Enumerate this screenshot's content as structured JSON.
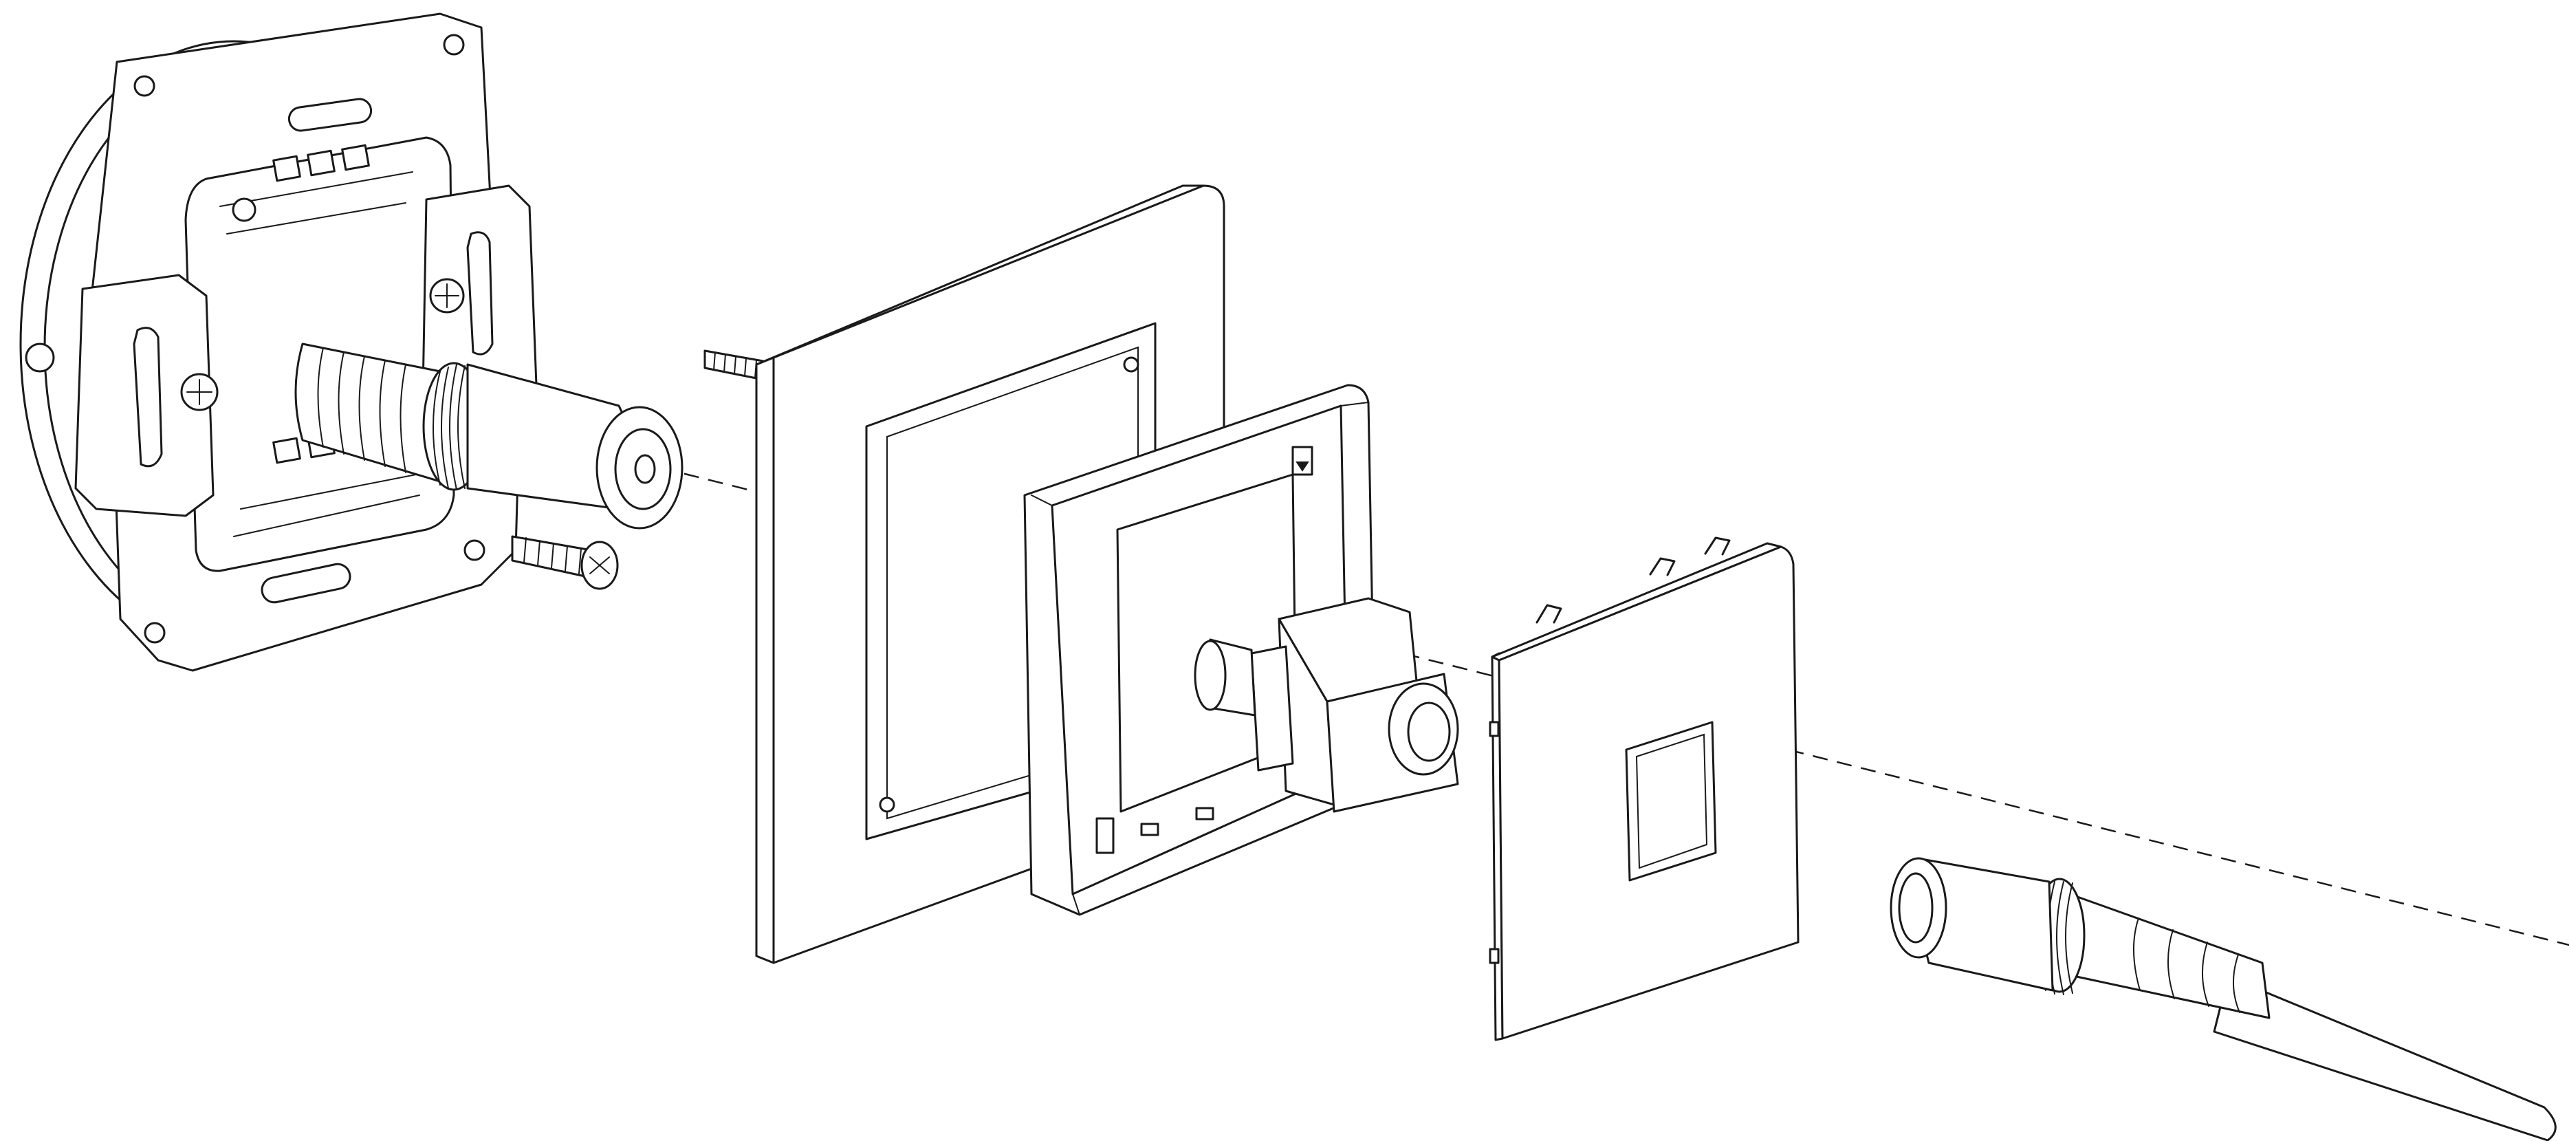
{
  "figure": {
    "kind": "exploded assembly line drawing",
    "colors": {
      "ink": "#1a1a1a",
      "background": "#ffffff"
    },
    "components": [
      {
        "id": "mounting-base",
        "icon": "socket-base-with-coax-connector"
      },
      {
        "id": "fixing-screws",
        "icon": "screw-icon"
      },
      {
        "id": "outer-frame",
        "icon": "square-frame-icon"
      },
      {
        "id": "inner-frame",
        "icon": "adapter-frame-icon"
      },
      {
        "id": "coax-insert",
        "icon": "coax-module-icon"
      },
      {
        "id": "cover-plate",
        "icon": "cover-plate-icon"
      },
      {
        "id": "coax-plug-cable",
        "icon": "coax-plug-icon"
      }
    ]
  }
}
